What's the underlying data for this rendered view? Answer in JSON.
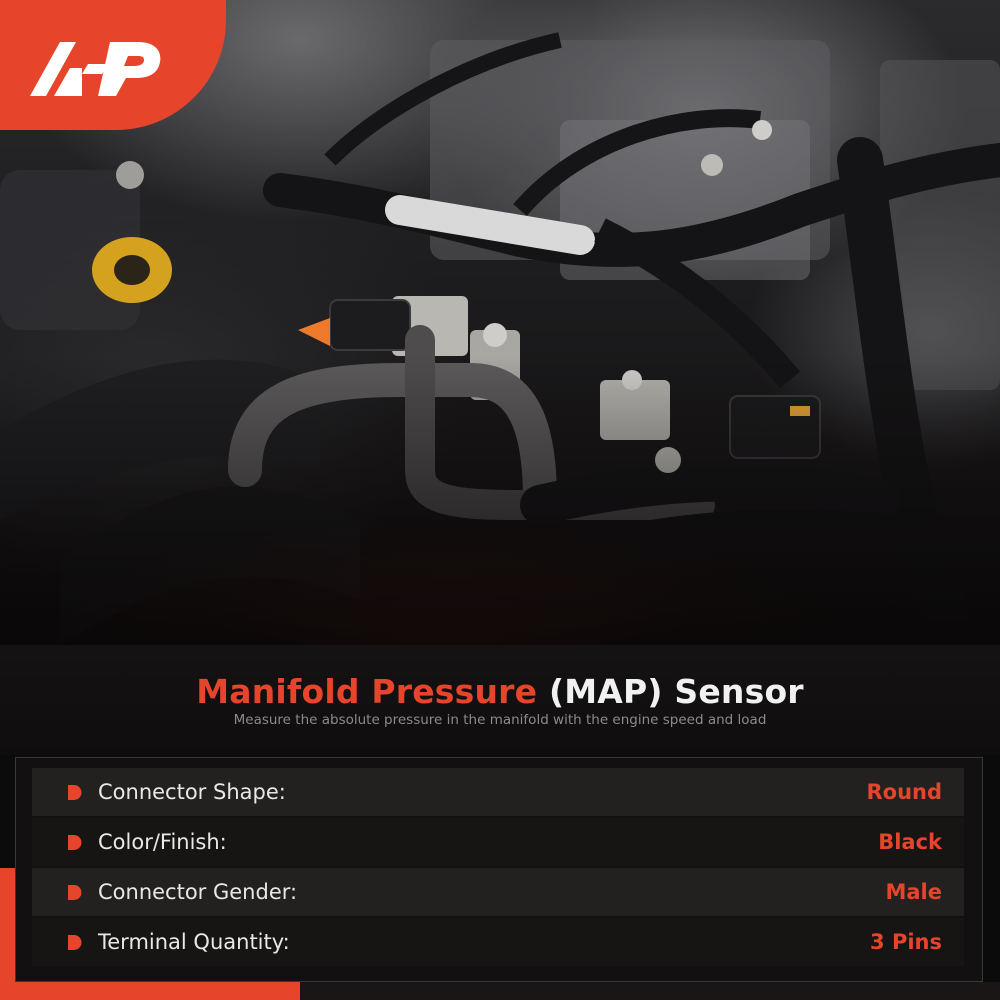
{
  "brand": {
    "logo_text": "A-P",
    "accent_color": "#e6452b"
  },
  "product": {
    "title_part1": "Manifold Pressure",
    "title_part2": " (MAP) Sensor",
    "subtitle": "Measure the absolute pressure in the manifold with the engine speed and load"
  },
  "specs": [
    {
      "label": "Connector Shape:",
      "value": "Round"
    },
    {
      "label": "Color/Finish:",
      "value": "Black"
    },
    {
      "label": "Connector Gender:",
      "value": "Male"
    },
    {
      "label": "Terminal Quantity:",
      "value": "3 Pins"
    }
  ],
  "icons": {
    "bullet": "half-circle-bullet-icon"
  }
}
